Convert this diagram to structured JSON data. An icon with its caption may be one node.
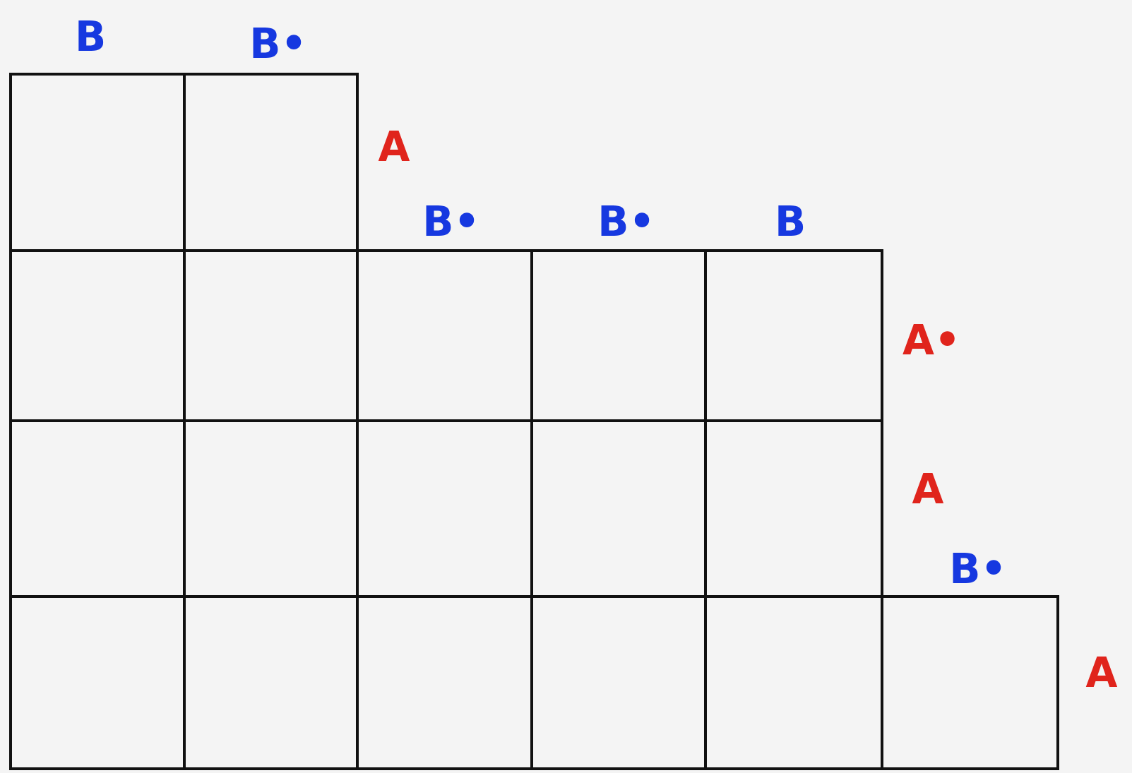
{
  "diagram": {
    "labels": [
      "B",
      "B•",
      "A",
      "B•",
      "B•",
      "B",
      "A•",
      "A",
      "B•",
      "A"
    ]
  }
}
